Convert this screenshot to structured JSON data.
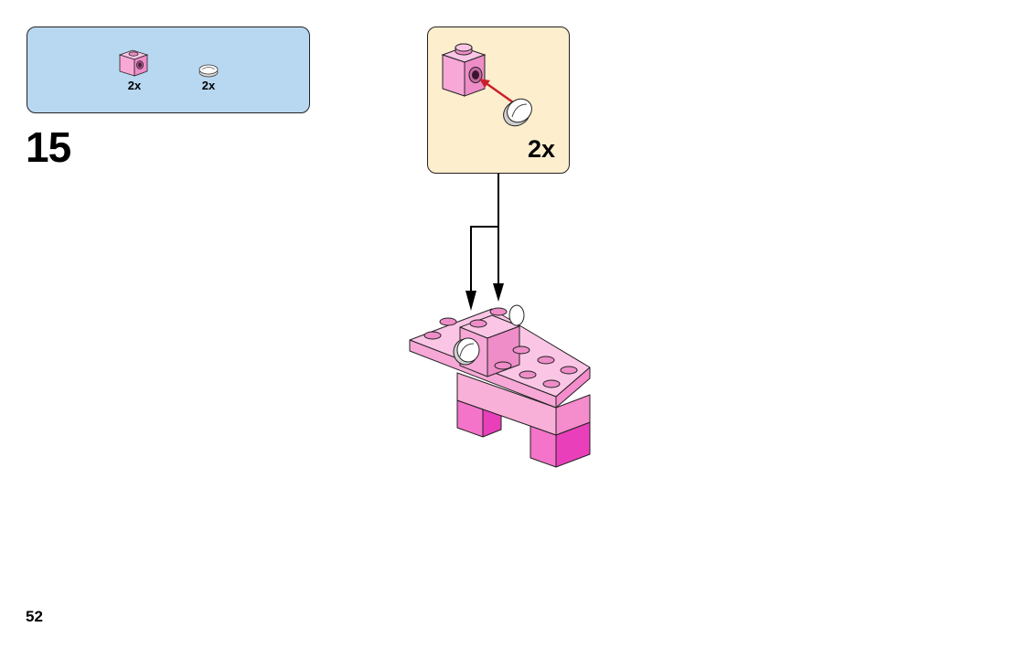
{
  "step": {
    "number": "15"
  },
  "parts_list": [
    {
      "part": "pink-1x1-brick-with-side-stud",
      "quantity": "2x"
    },
    {
      "part": "white-round-eye-tile",
      "quantity": "2x"
    }
  ],
  "callout": {
    "quantity": "2x"
  },
  "page": {
    "number": "52"
  },
  "colors": {
    "parts_background": "#b8d8f2",
    "callout_background": "#fdeecd",
    "light_pink": "#f7a8d6",
    "medium_pink": "#f374c9",
    "dark_pink": "#e93fbb",
    "assembly_arrow": "#c8202a"
  }
}
